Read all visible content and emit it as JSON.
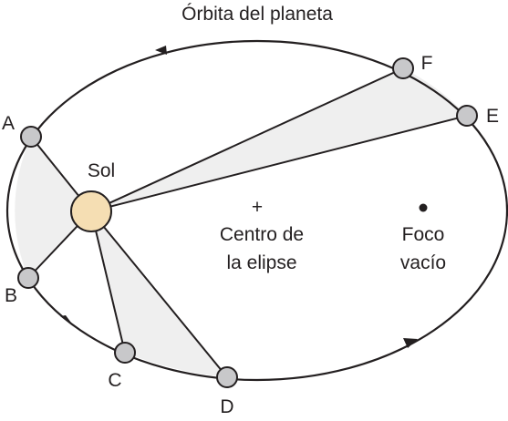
{
  "title": "Órbita del planeta",
  "sun": {
    "label": "Sol",
    "fill": "#f5deb3"
  },
  "center_label": {
    "line1": "Centro de",
    "line2": "la elipse",
    "mark": "+"
  },
  "focus_label": {
    "line1": "Foco",
    "line2": "vacío"
  },
  "points": {
    "A": "A",
    "B": "B",
    "C": "C",
    "D": "D",
    "E": "E",
    "F": "F"
  },
  "colors": {
    "orbit": "#231f20",
    "planet_fill": "#c8c8ca",
    "area_fill": "#efefef"
  }
}
